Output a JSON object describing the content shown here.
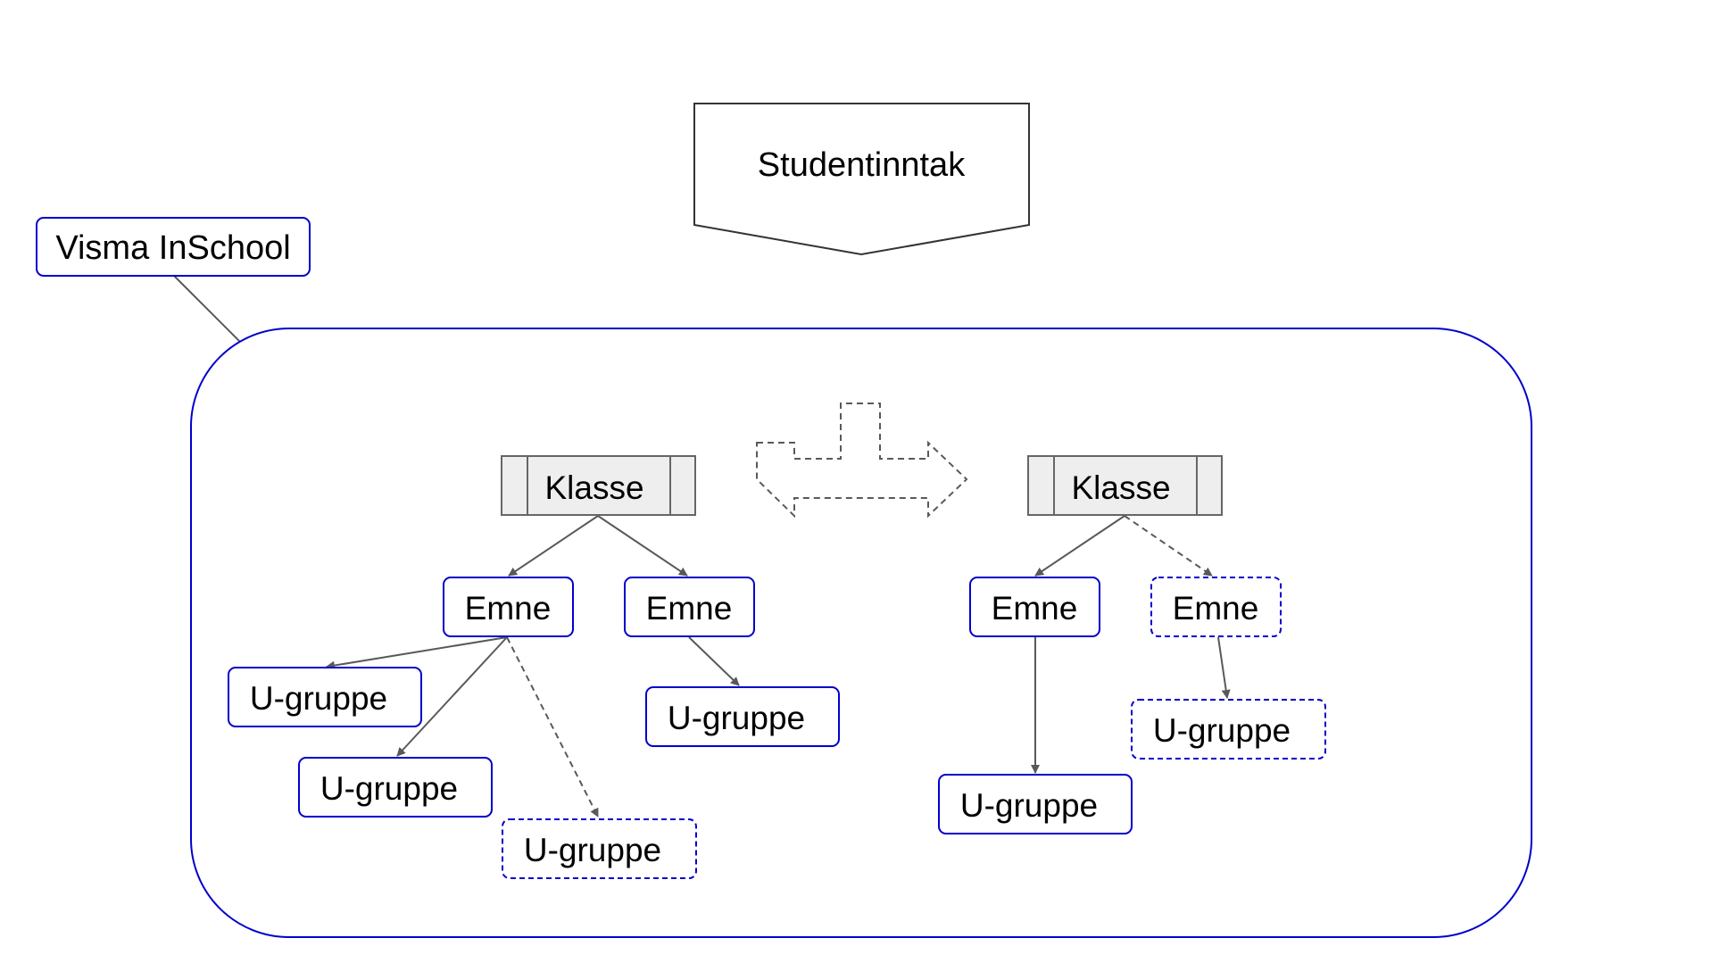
{
  "colors": {
    "accent": "#0000cc",
    "line": "#595959",
    "klasse_fill": "#eeeeee",
    "klasse_border": "#666666",
    "shape_border": "#333333"
  },
  "header": {
    "studentinntak_label": "Studentinntak"
  },
  "callout": {
    "label": "Visma InSchool"
  },
  "left_tree": {
    "klasse_label": "Klasse",
    "emne_labels": [
      "Emne",
      "Emne"
    ],
    "ugruppe_labels": [
      "U-gruppe",
      "U-gruppe",
      "U-gruppe",
      "U-gruppe"
    ]
  },
  "right_tree": {
    "klasse_label": "Klasse",
    "emne_labels": [
      "Emne",
      "Emne"
    ],
    "ugruppe_labels": [
      "U-gruppe",
      "U-gruppe"
    ]
  },
  "line_styles": {
    "solid": "solid",
    "dashed": "dashed"
  },
  "icons": {
    "exchange": "double-headed-arrow-with-input-icon",
    "intake": "pentagon-offpage-connector-icon"
  }
}
